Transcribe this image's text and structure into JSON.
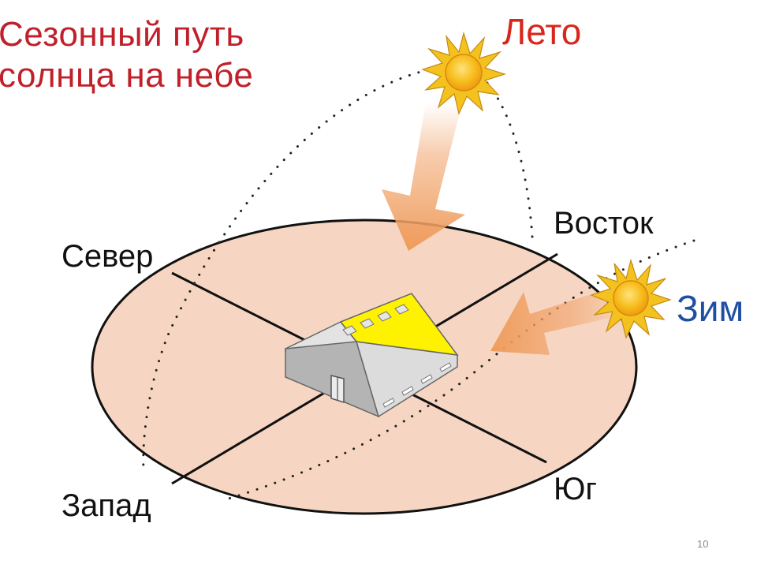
{
  "title": {
    "line1": "Сезонный путь",
    "line2": "солнца на небе"
  },
  "seasons": {
    "summer": "Лето",
    "winter": "Зим"
  },
  "directions": {
    "north": "Север",
    "east": "Восток",
    "west": "Запад",
    "south": "Юг"
  },
  "page_number": "10",
  "colors": {
    "title": "#c0202a",
    "summer_label": "#d9261c",
    "winter_label": "#1f4fa3",
    "ground": "#f6d6c2",
    "sun_core": "#f6b417",
    "sun_rays": "#f2c21c",
    "arrow": "#f1a36a",
    "roof": "#fff200",
    "wall": "#b3b3b3"
  },
  "icons": {
    "summer_sun": "sun-icon",
    "winter_sun": "sun-icon",
    "barn": "barn-icon"
  }
}
